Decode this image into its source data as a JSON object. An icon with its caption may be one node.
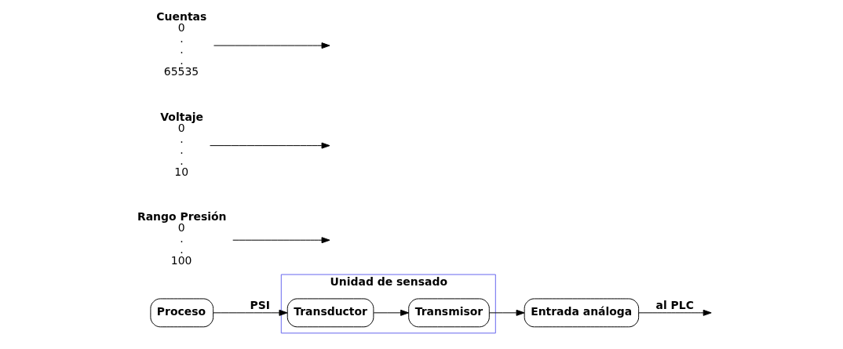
{
  "diagram": {
    "nodes": [
      {
        "text": [
          "Proceso"
        ]
      },
      {
        "text": [
          "Unidad de sensado"
        ]
      },
      {
        "text": [
          "Transductor"
        ],
        "in": 1
      },
      {
        "text": [
          "Transmisor"
        ],
        "in": 1
      },
      {
        "text": [
          "Entrada análoga"
        ]
      },
      {
        "text": [
          "Rango Presión"
        ],
        "beside": [
          "0",
          ".",
          ".",
          "100"
        ]
      },
      {
        "text": [
          "Voltaje"
        ],
        "beside": [
          "0",
          ".",
          ".",
          ".",
          "10"
        ]
      },
      {
        "text": [
          "Cuentas"
        ],
        "beside": [
          "0",
          ".",
          ".",
          ".",
          "65535"
        ]
      }
    ],
    "edges": [
      {
        "from": 0,
        "to": 2,
        "arrow": "to",
        "label": "PSI"
      },
      {
        "from": 2,
        "to": 3,
        "arrow": "to"
      },
      {
        "from": 3,
        "to": 4,
        "arrow": "to"
      },
      {
        "from": 4,
        "to": null,
        "arrow": "to",
        "label": "al PLC"
      },
      {
        "from": 5,
        "to": null,
        "arrow": "to"
      },
      {
        "from": 6,
        "to": null,
        "arrow": "to"
      },
      {
        "from": 7,
        "to": null,
        "arrow": "to"
      }
    ]
  }
}
